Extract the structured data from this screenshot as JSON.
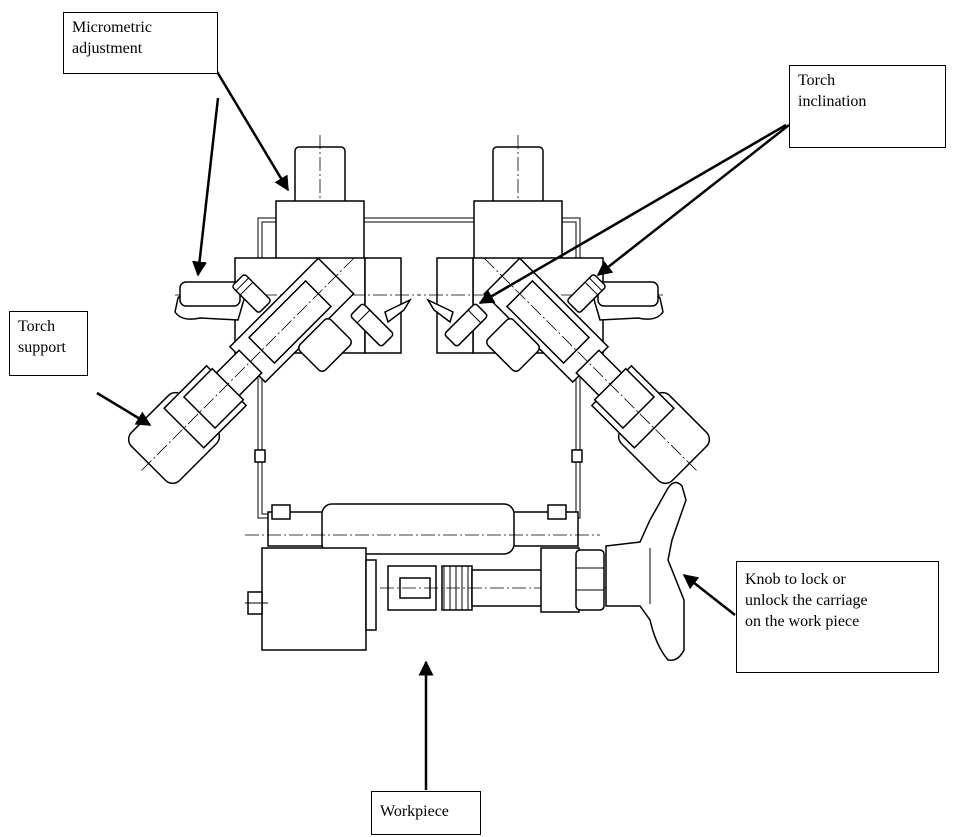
{
  "callouts": {
    "micrometric": "Micrometric\nadjustment",
    "inclination": "Torch\ninclination",
    "support": "Torch\nsupport",
    "knob": "Knob to lock or\nunlock the carriage\non the work piece",
    "workpiece": "Workpiece"
  },
  "icons": {
    "arrowheads": "arrow-icon"
  },
  "colors": {
    "line": "#000000",
    "background": "#ffffff"
  }
}
